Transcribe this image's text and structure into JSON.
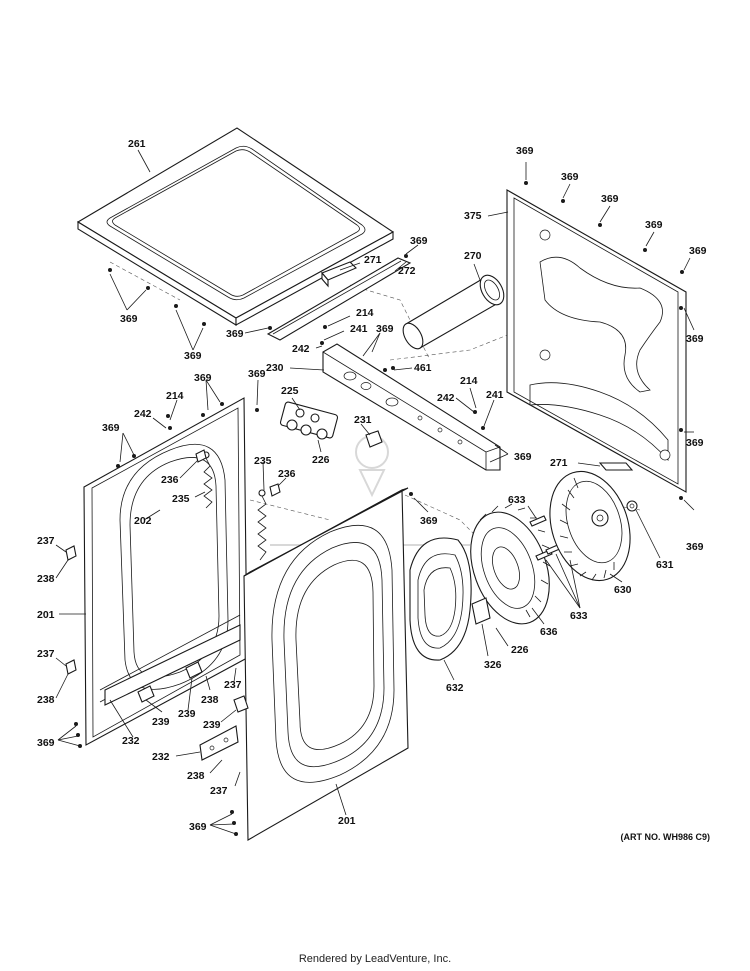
{
  "diagram": {
    "art_number": "(ART NO. WH986 C9)",
    "footer": "Rendered by LeadVenture, Inc.",
    "callouts": {
      "c261": "261",
      "c271a": "271",
      "c272": "272",
      "c369_top": "369",
      "c369_a": "369",
      "c369_b": "369",
      "c369_c": "369",
      "c214a": "214",
      "c241a": "241",
      "c369_d": "369",
      "c242a": "242",
      "c230": "230",
      "c461": "461",
      "c270": "270",
      "c375": "375",
      "c369_e": "369",
      "c369_f": "369",
      "c369_g": "369",
      "c369_h": "369",
      "c369_i": "369",
      "c369_j": "369",
      "c369_k": "369",
      "c369_l": "369",
      "c369_m": "369",
      "c271b": "271",
      "c369_n": "369",
      "c369_o": "369",
      "c214b": "214",
      "c242b": "242",
      "c225": "225",
      "c226a": "226",
      "c214c": "214",
      "c242c": "242",
      "c241b": "241",
      "c231": "231",
      "c369_p": "369",
      "c236a": "236",
      "c235a": "235",
      "c202": "202",
      "c235b": "235",
      "c236b": "236",
      "c369_q": "369",
      "c237a": "237",
      "c238a": "238",
      "c201a": "201",
      "c237b": "237",
      "c238b": "238",
      "c232a": "232",
      "c239a": "239",
      "c239b": "239",
      "c238c": "238",
      "c237c": "237",
      "c239c": "239",
      "c232b": "232",
      "c238d": "238",
      "c237d": "237",
      "c369_r": "369",
      "c369_s": "369",
      "c201b": "201",
      "c633a": "633",
      "c631": "631",
      "c630": "630",
      "c633b": "633",
      "c636": "636",
      "c226b": "226",
      "c326": "326",
      "c632": "632"
    }
  }
}
